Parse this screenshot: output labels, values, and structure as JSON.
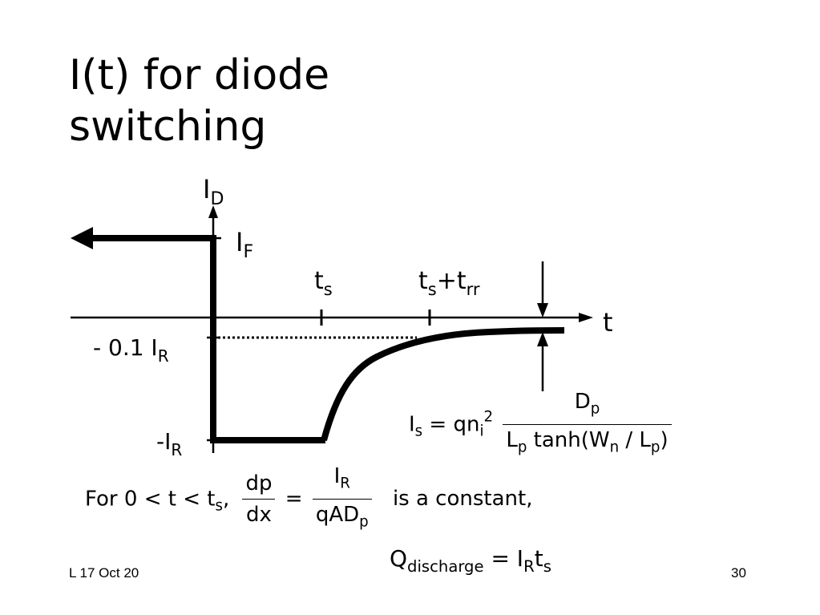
{
  "title": {
    "line1": "I(t) for diode",
    "line2": "switching"
  },
  "axes": {
    "y_label_main": "I",
    "y_label_sub": "D",
    "x_label": "t"
  },
  "labels": {
    "if_main": "I",
    "if_sub": "F",
    "ts_main": "t",
    "ts_sub": "s",
    "tstrr_main": "t",
    "tstrr_sub1": "s",
    "tstrr_plus": "+t",
    "tstrr_sub2": "rr",
    "minus_point1_prefix": "- 0.1 I",
    "minus_point1_sub": "R",
    "minus_ir_prefix": "-I",
    "minus_ir_sub": "R"
  },
  "equations": {
    "is": {
      "lhs_main": "I",
      "lhs_sub": "s",
      "eq": " = qn",
      "ni_sub": "i",
      "ni_sup": "2",
      "num_main": "D",
      "num_sub": "p",
      "den_a": "L",
      "den_a_sub": "p",
      "den_b": " tanh(W",
      "den_b_sub": "n",
      "den_c": " / L",
      "den_c_sub": "p",
      "den_d": ")"
    },
    "for": {
      "prefix": "For  0 < t < t",
      "prefix_sub": "s",
      "comma": ",",
      "f1_num": "dp",
      "f1_den": "dx",
      "eq": "=",
      "f2_num_main": "I",
      "f2_num_sub": "R",
      "f2_den_main": "qAD",
      "f2_den_sub": "p",
      "suffix": "is  a  constant,"
    },
    "q": {
      "q_main": "Q",
      "q_sub": "discharge",
      "eq": " = I",
      "ir_sub": "R",
      "t": "t",
      "ts_sub": "s"
    }
  },
  "footer": {
    "left": "L 17 Oct 20",
    "right": "30"
  }
}
